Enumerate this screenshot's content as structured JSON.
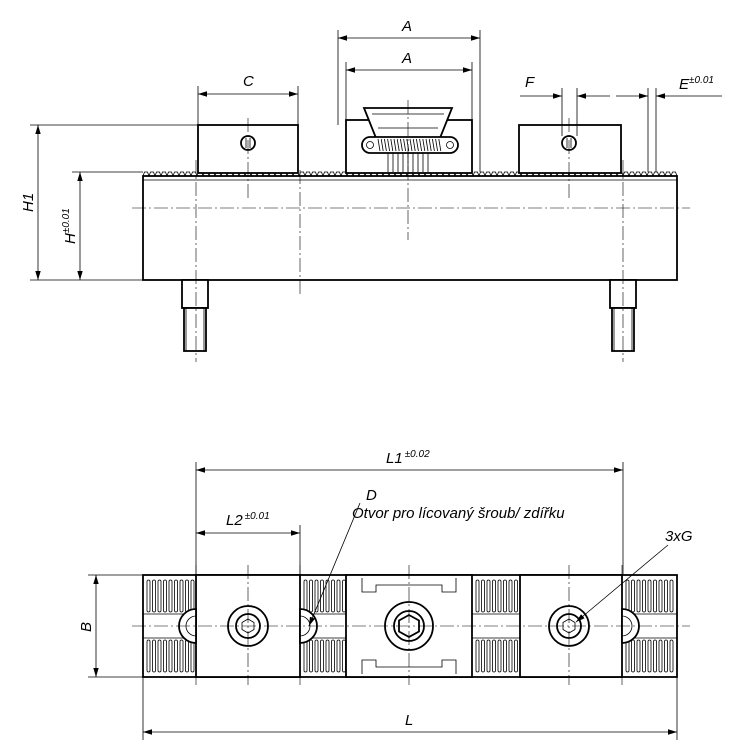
{
  "dims": {
    "A": "A",
    "C": "C",
    "F": "F",
    "E": "E",
    "E_tol": "±0.01",
    "H1": "H1",
    "H": "H",
    "H_tol": "±0.01",
    "L1": "L1",
    "L1_tol": "±0.02",
    "L2": "L2",
    "L2_tol": "±0.01",
    "D": "D",
    "D_note": "Otvor pro lícovaný šroub/ zdířku",
    "G": "3xG",
    "B": "B",
    "L": "L"
  }
}
